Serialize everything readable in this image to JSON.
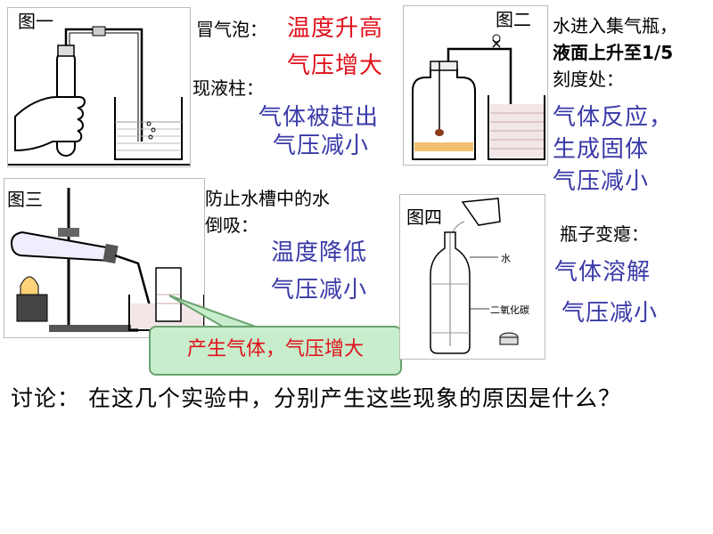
{
  "fig1": {
    "label": "图一",
    "lines": [
      "冒气泡：",
      "温度升高",
      "气压增大",
      "现液柱：",
      "气体被赶出",
      "气压减小"
    ]
  },
  "fig2": {
    "label": "图二",
    "lines": [
      "水进入集气瓶，",
      "液面上升至1/5",
      "刻度处：",
      "气体反应，",
      "生成固体",
      "气压减小"
    ]
  },
  "fig3": {
    "label": "图三",
    "lines": [
      "防止水槽中的水",
      "倒吸：",
      "温度降低",
      "气压减小"
    ],
    "callout": "产生气体，气压增大"
  },
  "fig4": {
    "label": "图四",
    "lines": [
      "瓶子变瘪：",
      "气体溶解",
      "气压减小"
    ],
    "annotations": [
      "水",
      "二氧化碳"
    ]
  },
  "question": "讨论： 在这几个实验中，分别产生这些现象的原因是什么？",
  "colors": {
    "red": "#e0101a",
    "blue": "#3a3aa8",
    "callout_bg": "#c7edcc",
    "callout_border": "#6aa36f"
  }
}
